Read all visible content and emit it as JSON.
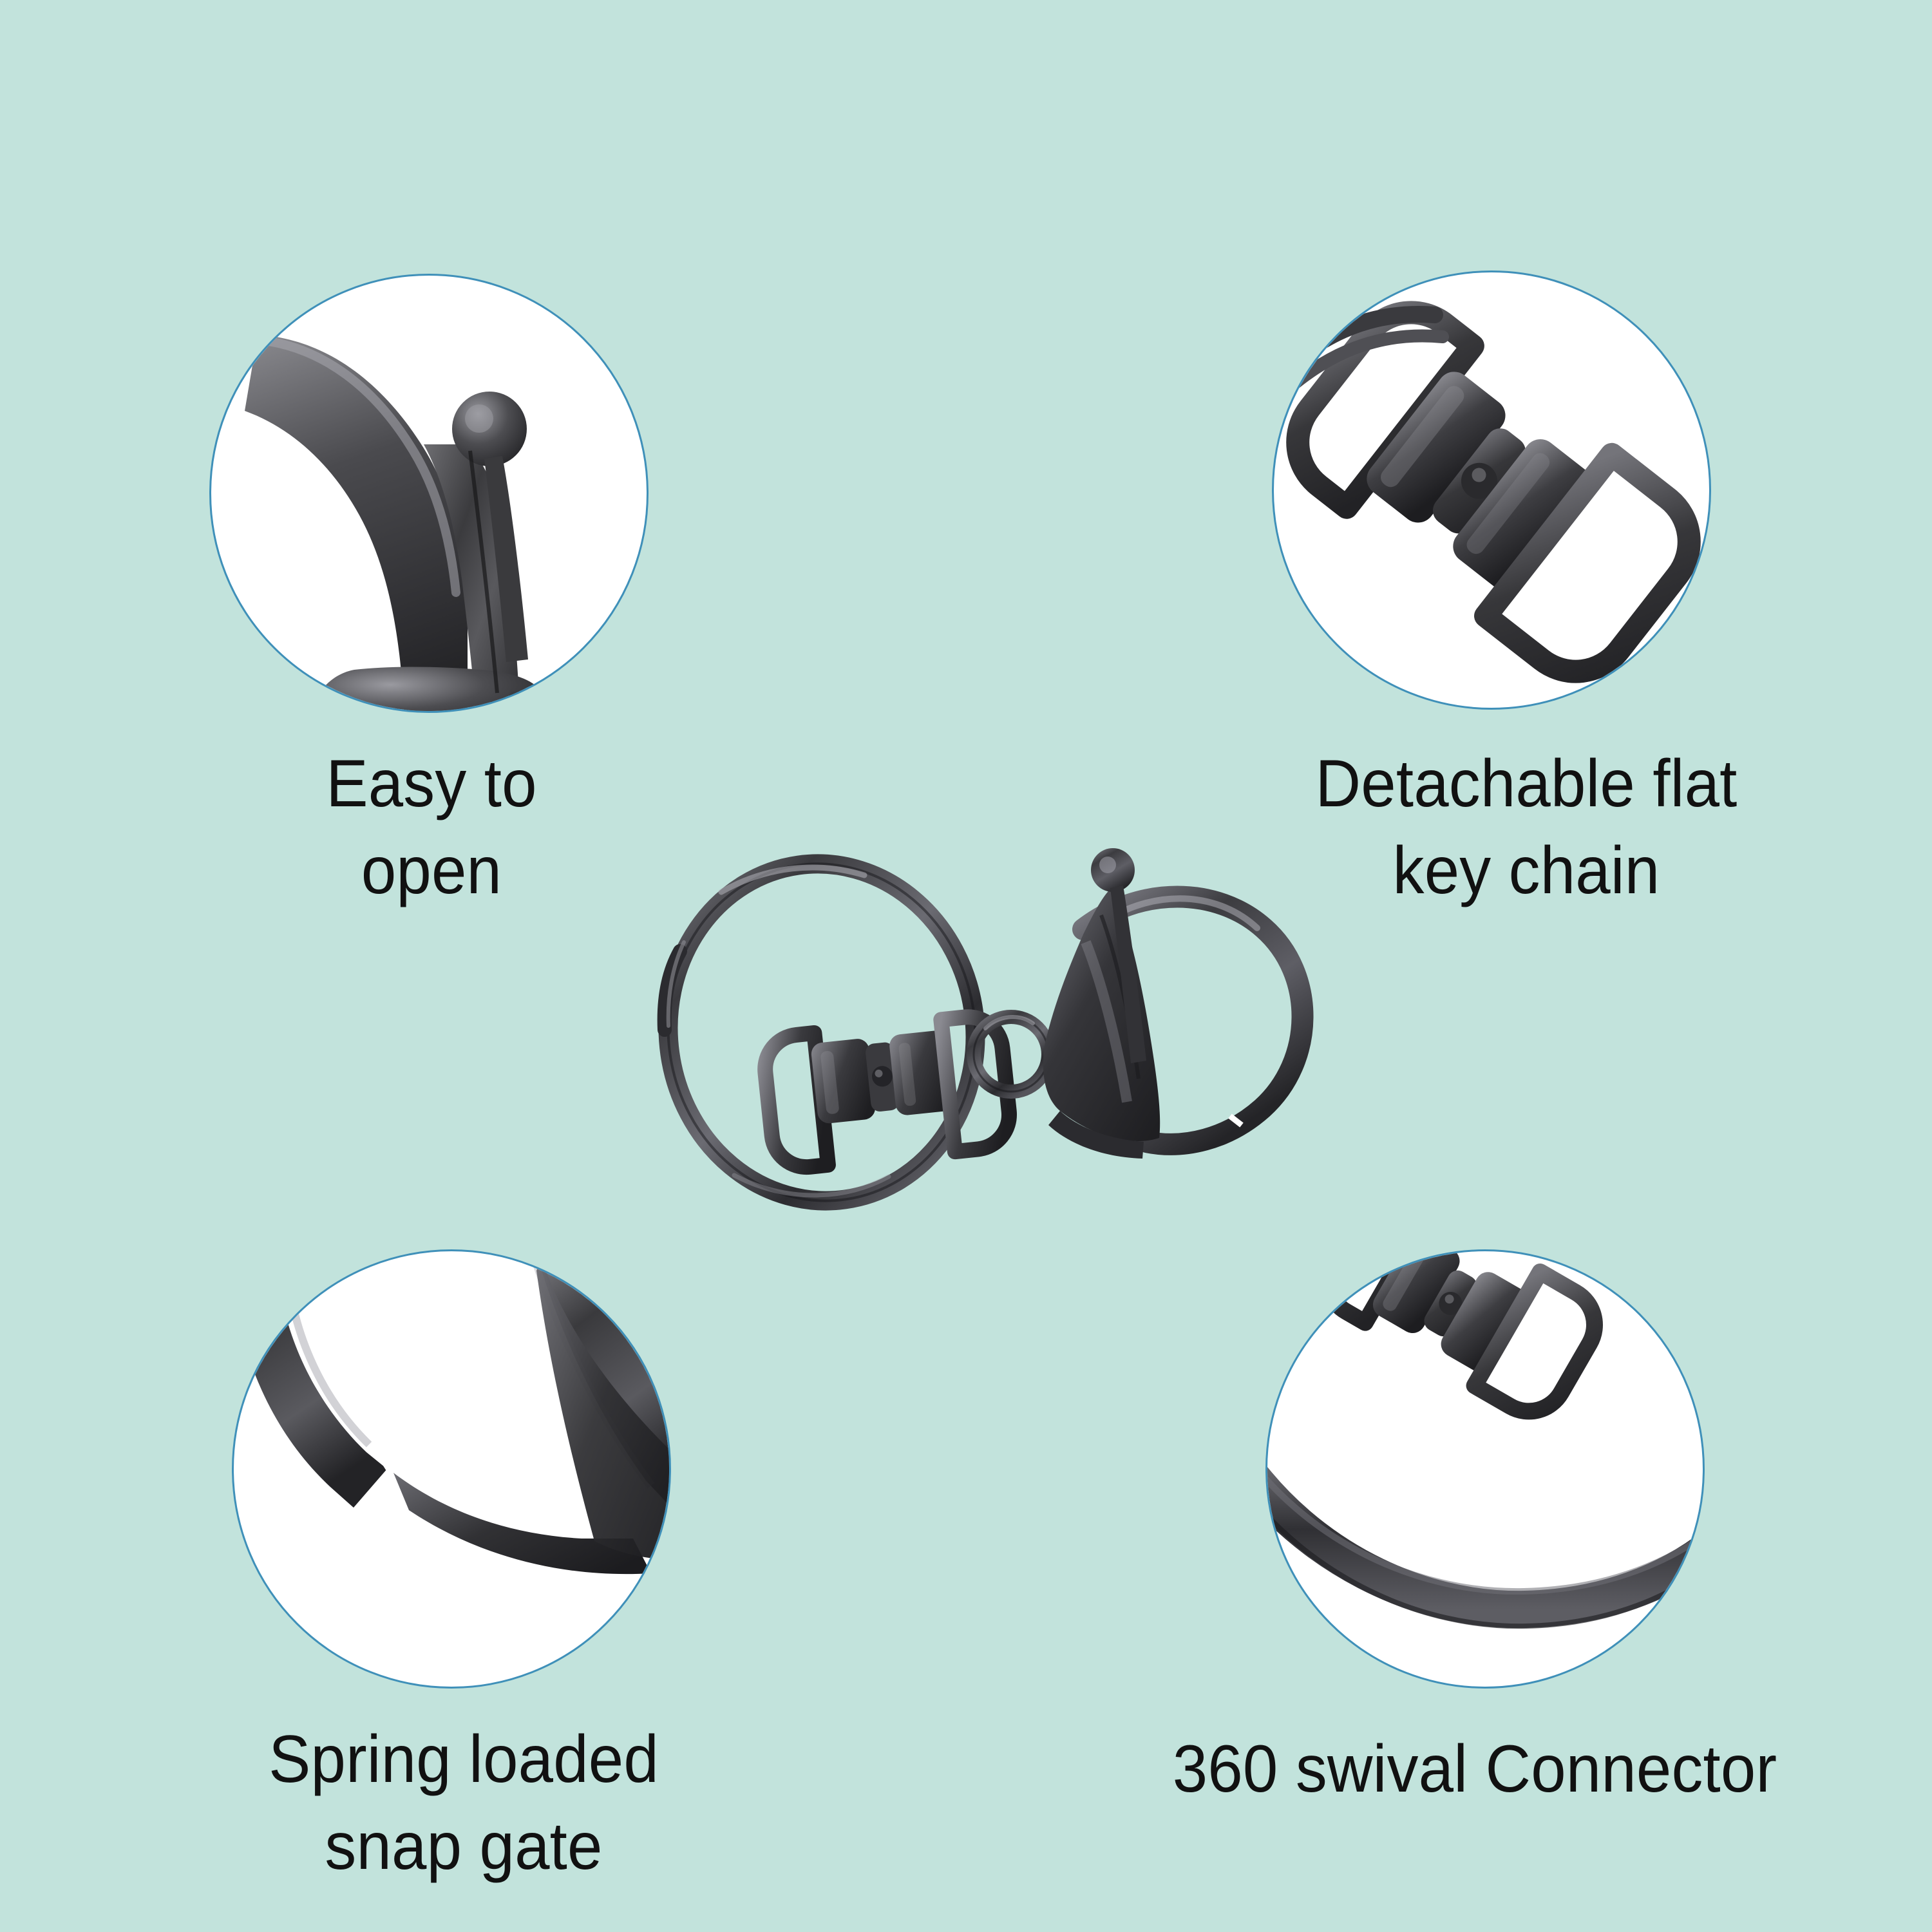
{
  "page": {
    "type": "product-feature-infographic",
    "subject": "Gunmetal keychain with swivel lobster clasp and split key ring",
    "background_color": "#c2e3dc",
    "circle_fill": "#ffffff",
    "circle_border_color": "#3f90b9",
    "text_color": "#111111",
    "metal_color": "#4a4a4d"
  },
  "features": [
    {
      "id": "easy-to-open",
      "caption": "Easy to\nopen",
      "position": "top-left",
      "icon": "clasp-thumb-lever-closeup"
    },
    {
      "id": "detachable-flat-key-chain",
      "caption": "Detachable flat\nkey chain",
      "position": "top-right",
      "icon": "swivel-connector-closeup"
    },
    {
      "id": "spring-loaded-snap-gate",
      "caption": "Spring loaded\nsnap gate",
      "position": "bottom-left",
      "icon": "snap-gate-closeup"
    },
    {
      "id": "360-swival-connector",
      "caption": "360 swival Connector",
      "position": "bottom-right",
      "icon": "swivel-on-ring-closeup"
    }
  ],
  "product": {
    "name": "keychain-assembly",
    "parts": [
      "split-key-ring",
      "swivel-connector",
      "jump-ring",
      "lobster-clasp"
    ]
  }
}
